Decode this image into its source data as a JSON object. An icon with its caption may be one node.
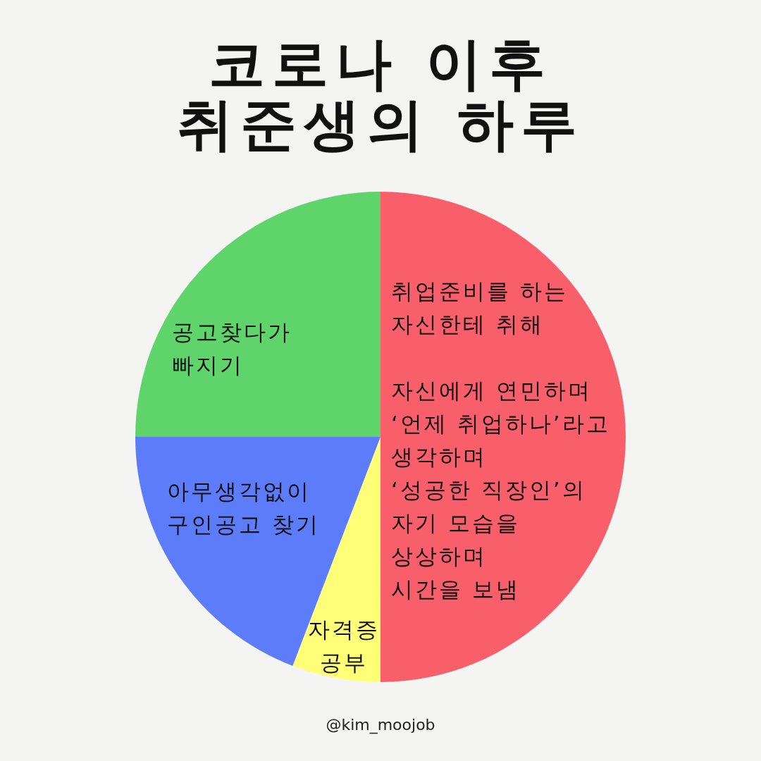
{
  "diagram": {
    "title": "코로나 이후 취준생의 하루",
    "nodes": [
      {
        "text": [
          "취업준비를 하는 자신한테 취해",
          "자신에게 연민하며",
          "‘언제 취업하나’라고 생각하며",
          "‘성공한 직장인’의 자기 모습을 상상하며",
          "시간을 보냄"
        ]
      },
      {
        "text": [
          "자격증 공부"
        ]
      },
      {
        "text": [
          "아무생각없이 구인공고 찾기"
        ]
      },
      {
        "text": [
          "공고찾다가 빠지기"
        ]
      }
    ],
    "edges": [],
    "labels": [
      "@kim_moojob"
    ]
  }
}
